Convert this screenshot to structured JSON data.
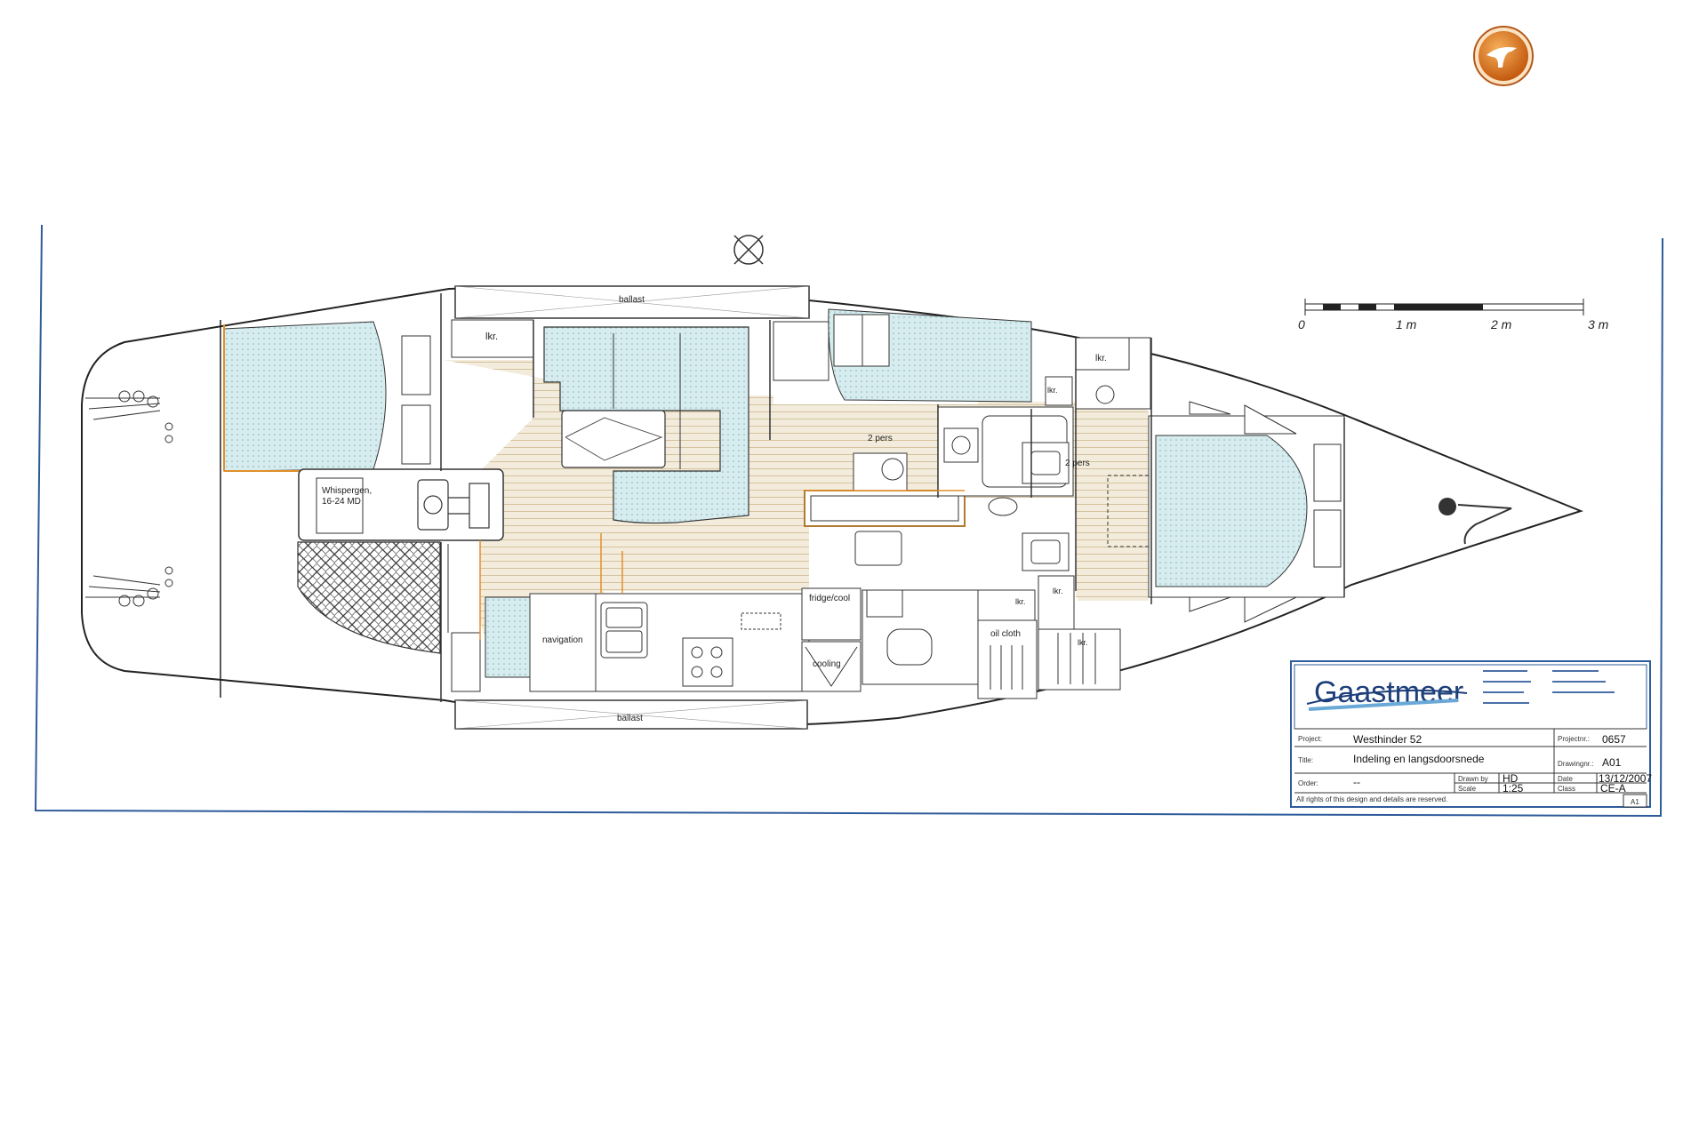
{
  "colors": {
    "frame_blue": "#2e5b9a",
    "water_blue": "#d6ecee",
    "floor_tan": "#f1e9d6",
    "floor_line": "#d7c6a3",
    "wall": "#333333",
    "accent_orange": "#e0902a",
    "logo_orange": "#d9741c"
  },
  "labels": {
    "ballast_top": "ballast",
    "ballast_bottom": "ballast",
    "lkr_1": "lkr.",
    "lkr_2": "lkr.",
    "lkr_3": "lkr.",
    "lkr_4": "lkr.",
    "lkr_5": "lkr.",
    "lkr_6": "lkr.",
    "generator": "Whispergen,",
    "generator_model": "16-24 MD",
    "two_pers_1": "2 pers",
    "two_pers_2": "2 pers",
    "navigation": "navigation",
    "fridge": "fridge/cool",
    "cooling": "cooling",
    "oil_cloth": "oil cloth"
  },
  "scale_bar": {
    "ticks": [
      "0",
      "1 m",
      "2 m",
      "3 m"
    ]
  },
  "title_block": {
    "company": "Gaastmeer",
    "project_label": "Project:",
    "project_value": "Westhinder 52",
    "projectnr_label": "Projectnr.:",
    "projectnr_value": "0657",
    "title_label": "Title:",
    "title_value": "Indeling en langsdoorsnede",
    "drawingnr_label": "Drawingnr.:",
    "drawingnr_value": "A01",
    "order_label": "Order:",
    "order_value": "--",
    "drawn_label": "Drawn by",
    "drawn_value": "HD",
    "date_label": "Date",
    "date_value": "13/12/2007",
    "scale_label": "Scale",
    "scale_value": "1:25",
    "class_label": "Class",
    "class_value": "CE-A",
    "rights": "All rights of this design and details are reserved.",
    "sheet": "A1"
  },
  "icons": {
    "logo": "boat-logo-icon",
    "compass": "compass-rose-icon",
    "anchor": "anchor-icon"
  }
}
